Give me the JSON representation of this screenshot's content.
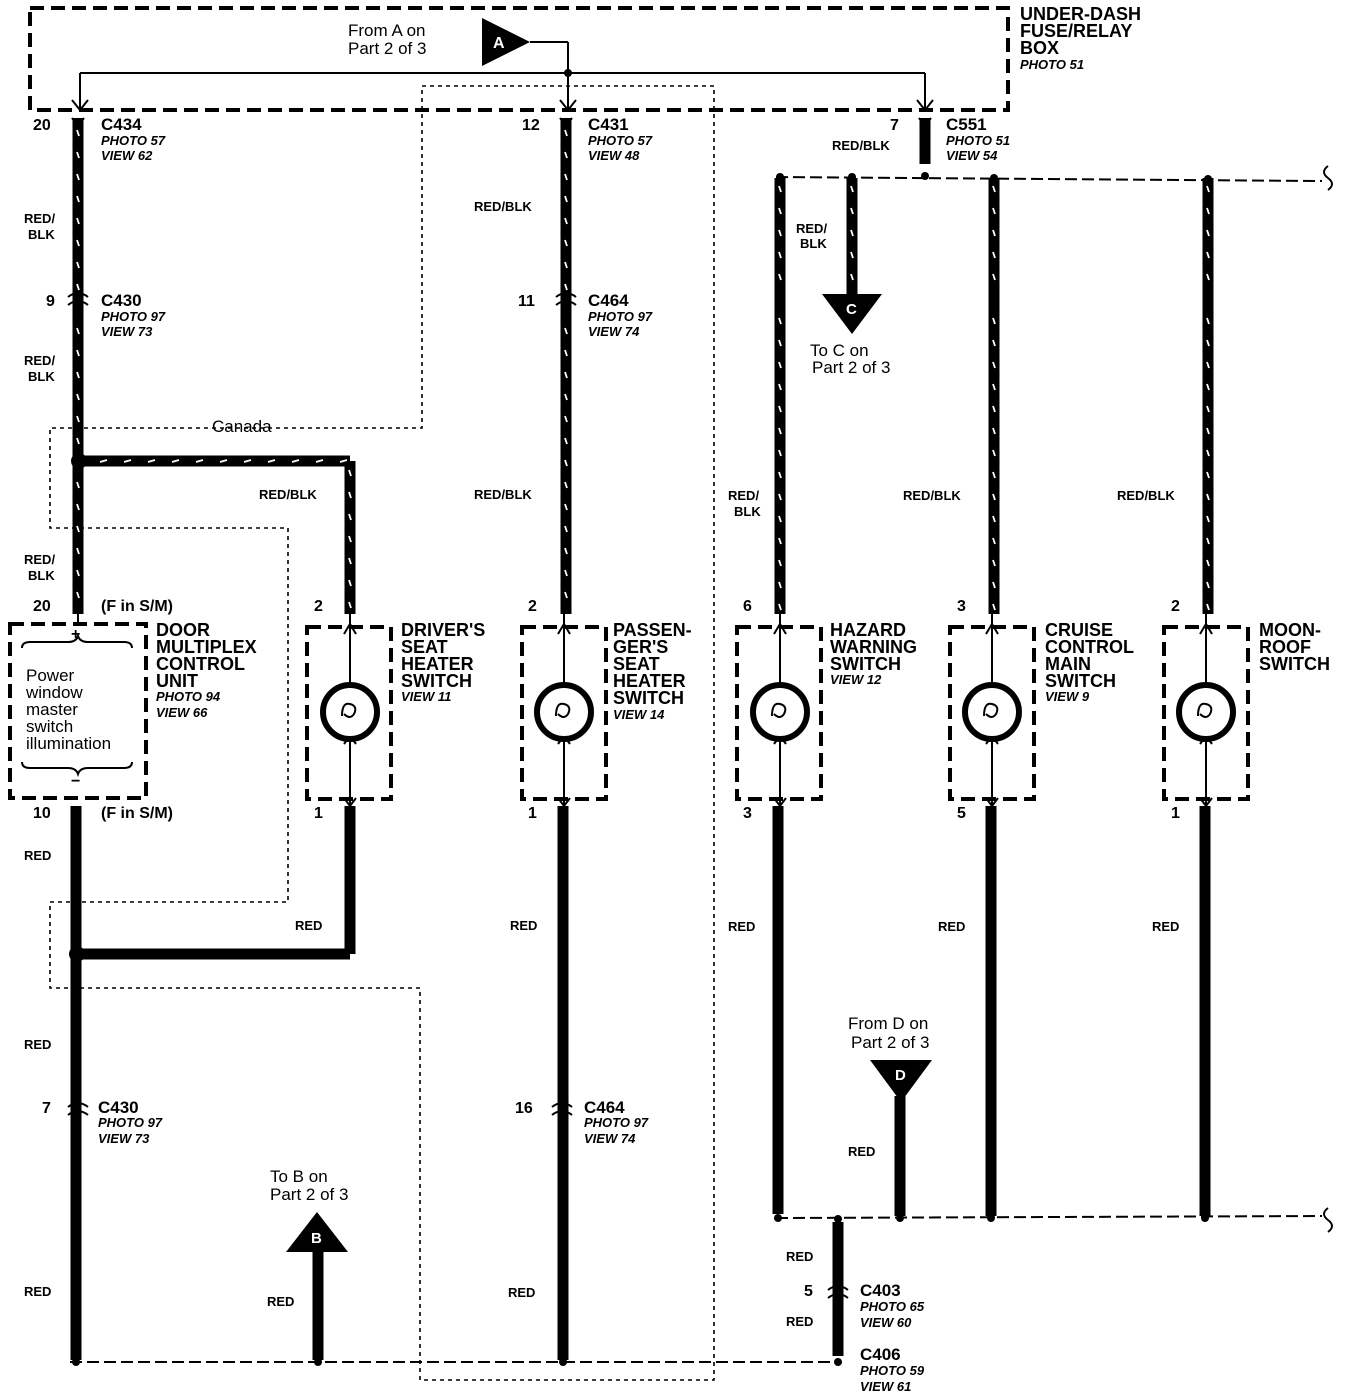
{
  "fuse_box": {
    "title": "UNDER-DASH FUSE/RELAY BOX",
    "title_lines": [
      "UNDER-DASH",
      "FUSE/RELAY",
      "BOX"
    ],
    "photo": "PHOTO 51"
  },
  "from_a": {
    "letter": "A",
    "line1": "From A on",
    "line2": "Part 2 of 3"
  },
  "to_c": {
    "letter": "C",
    "line1": "To C on",
    "line2": "Part 2 of 3"
  },
  "from_d": {
    "letter": "D",
    "line1": "From D on",
    "line2": "Part 2 of 3"
  },
  "to_b": {
    "letter": "B",
    "line1": "To B on",
    "line2": "Part 2 of 3"
  },
  "canada_label": "Canada",
  "connectors": {
    "c434": {
      "pin": "20",
      "name": "C434",
      "photo": "PHOTO 57",
      "view": "VIEW 62"
    },
    "c431": {
      "pin": "12",
      "name": "C431",
      "photo": "PHOTO 57",
      "view": "VIEW 48"
    },
    "c551": {
      "pin": "7",
      "name": "C551",
      "photo": "PHOTO 51",
      "view": "VIEW 54"
    },
    "c430_top": {
      "pin": "9",
      "name": "C430",
      "photo": "PHOTO 97",
      "view": "VIEW 73"
    },
    "c464_top": {
      "pin": "11",
      "name": "C464",
      "photo": "PHOTO 97",
      "view": "VIEW 74"
    },
    "c430_bot": {
      "pin": "7",
      "name": "C430",
      "photo": "PHOTO 97",
      "view": "VIEW 73"
    },
    "c464_bot": {
      "pin": "16",
      "name": "C464",
      "photo": "PHOTO 97",
      "view": "VIEW 74"
    },
    "c403": {
      "pin": "5",
      "name": "C403",
      "photo": "PHOTO 65",
      "view": "VIEW 60"
    },
    "c406": {
      "name": "C406",
      "photo": "PHOTO 59",
      "view": "VIEW 61"
    }
  },
  "wire_colors": {
    "red_blk": "RED/BLK",
    "red_blk_a": "RED/",
    "red_blk_b": "BLK",
    "red": "RED"
  },
  "door_unit": {
    "title_lines": [
      "DOOR",
      "MULTIPLEX",
      "CONTROL",
      "UNIT"
    ],
    "photo": "PHOTO 94",
    "view": "VIEW 66",
    "inner_lines": [
      "Power",
      "window",
      "master",
      "switch",
      "illumination"
    ],
    "plus": "+",
    "minus": "−",
    "pin_top": "20",
    "pin_bot": "10",
    "note": "(F in S/M)"
  },
  "switches": [
    {
      "id": "driver",
      "title_lines": [
        "DRIVER'S",
        "SEAT",
        "HEATER",
        "SWITCH"
      ],
      "view": "VIEW 11",
      "pin_top": "2",
      "pin_bot": "1"
    },
    {
      "id": "passenger",
      "title_lines": [
        "PASSEN-",
        "GER'S",
        "SEAT",
        "HEATER",
        "SWITCH"
      ],
      "view": "VIEW 14",
      "pin_top": "2",
      "pin_bot": "1"
    },
    {
      "id": "hazard",
      "title_lines": [
        "HAZARD",
        "WARNING",
        "SWITCH"
      ],
      "view": "VIEW 12",
      "pin_top": "6",
      "pin_bot": "3"
    },
    {
      "id": "cruise",
      "title_lines": [
        "CRUISE",
        "CONTROL",
        "MAIN",
        "SWITCH"
      ],
      "view": "VIEW 9",
      "pin_top": "3",
      "pin_bot": "5"
    },
    {
      "id": "moonroof",
      "title_lines": [
        "MOON-",
        "ROOF",
        "SWITCH"
      ],
      "view": "",
      "pin_top": "2",
      "pin_bot": "1"
    }
  ]
}
